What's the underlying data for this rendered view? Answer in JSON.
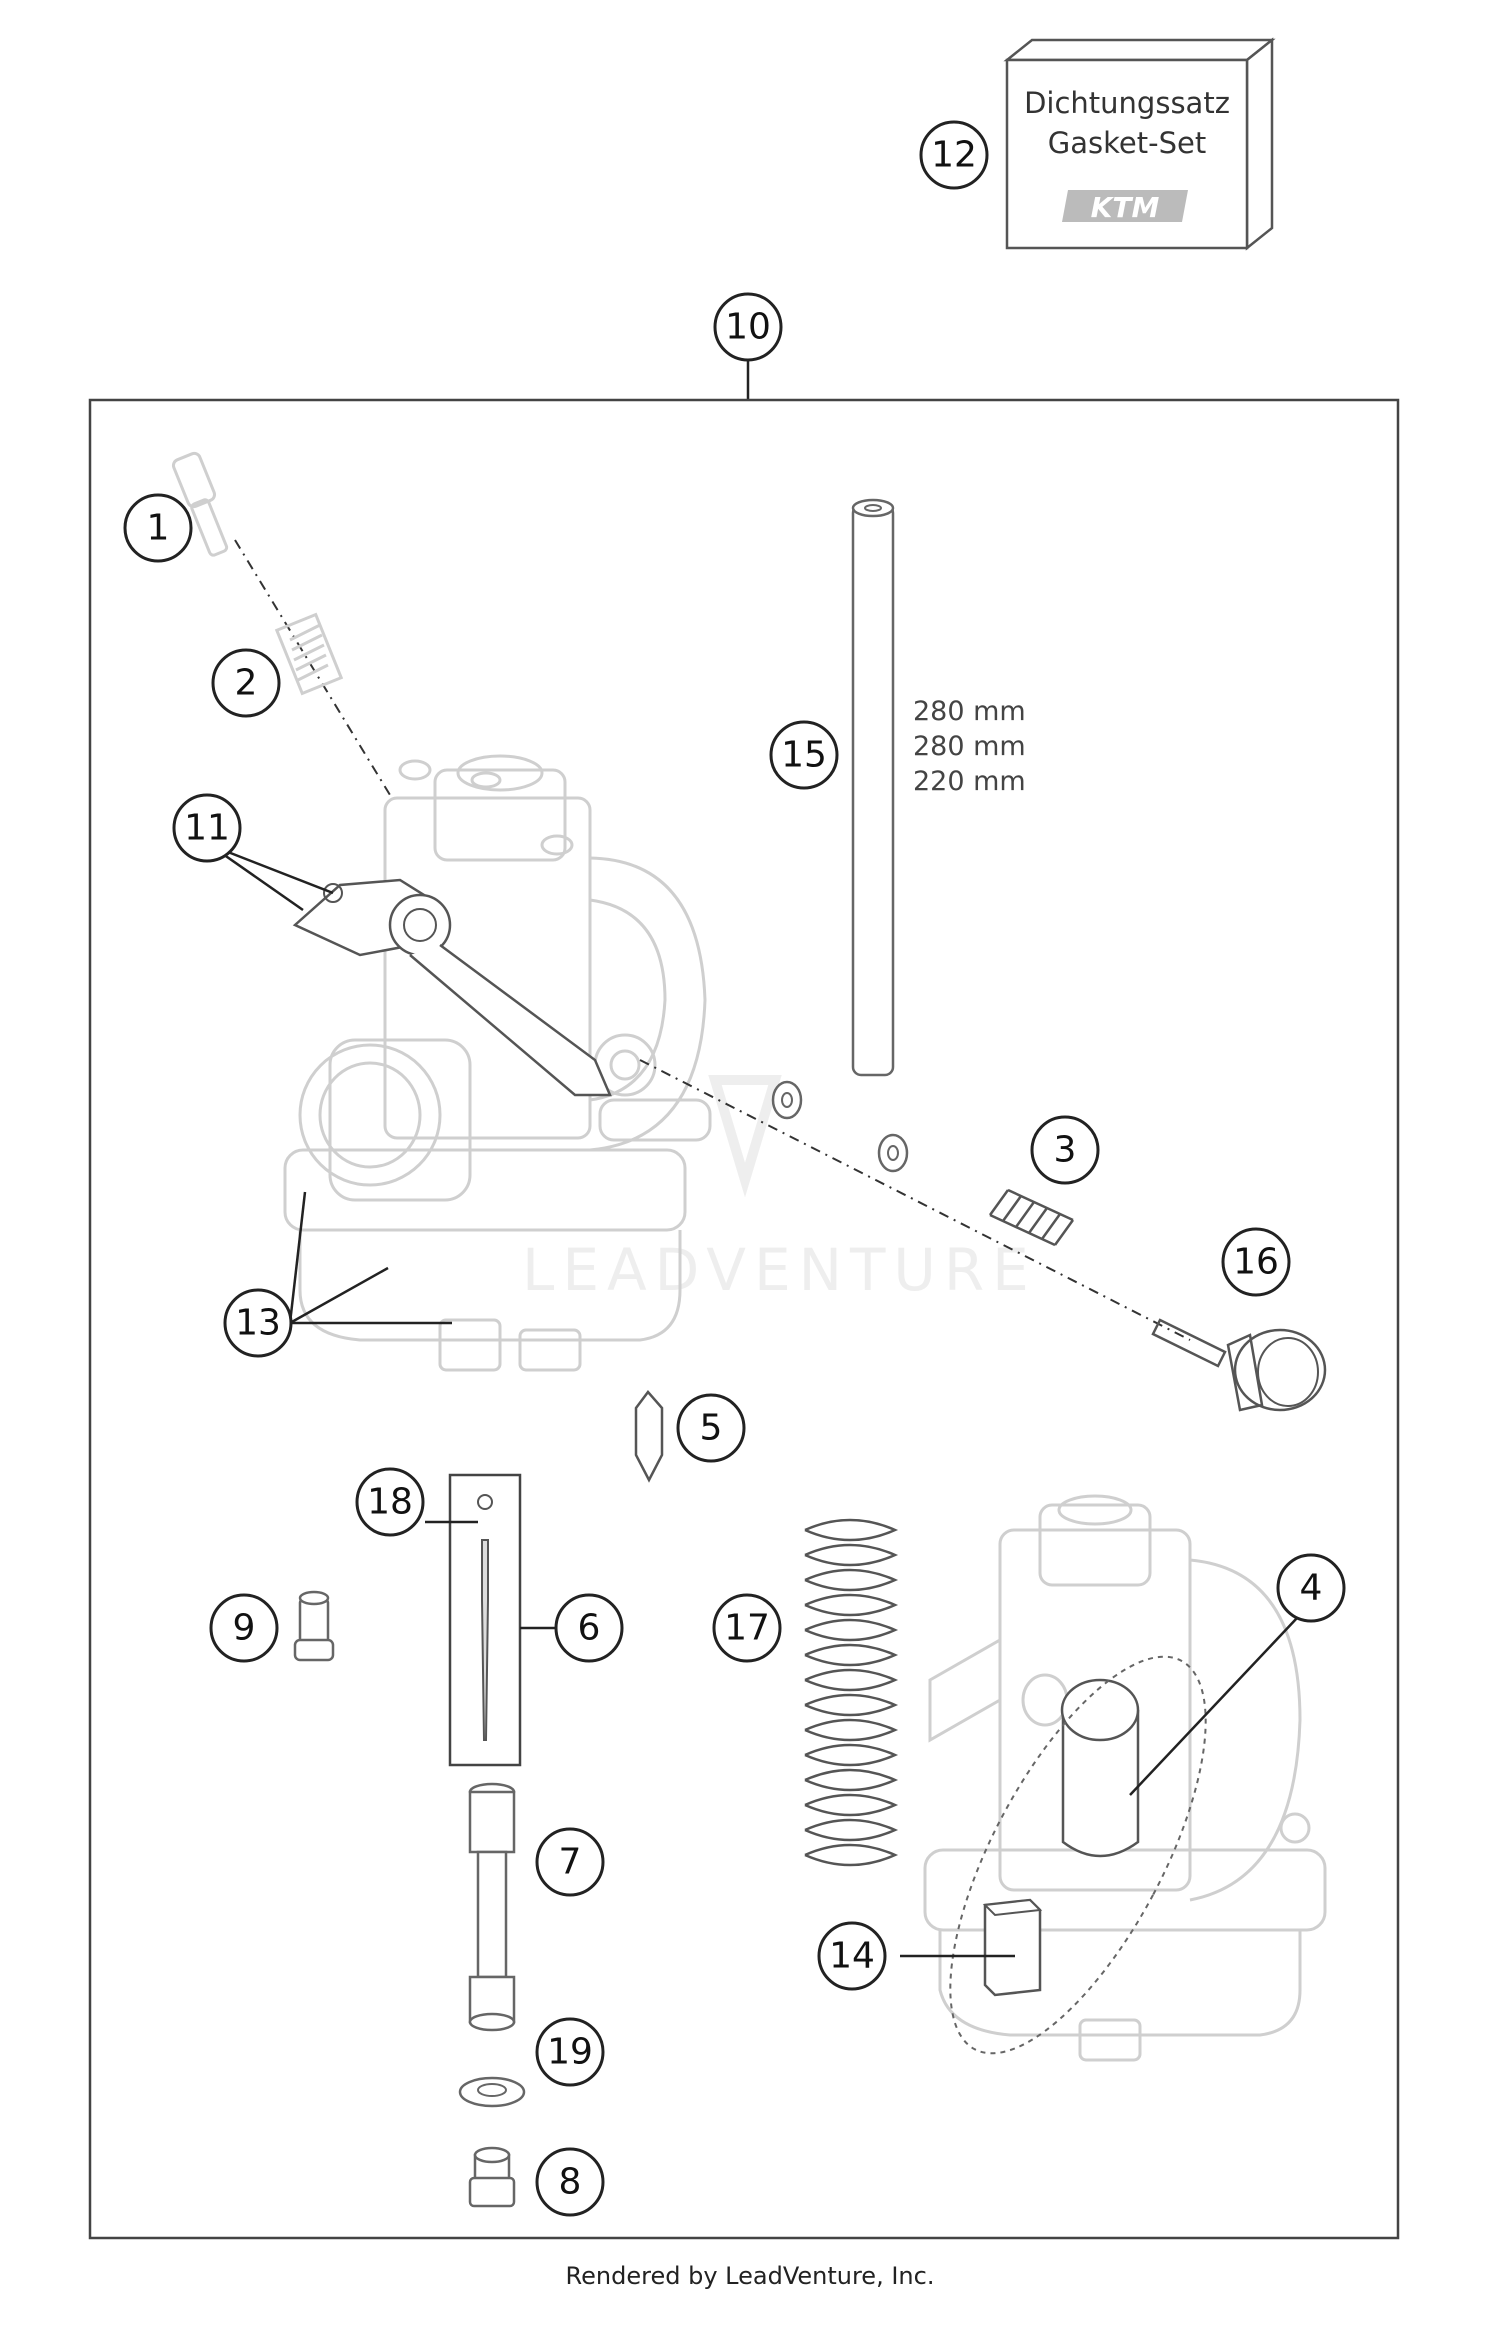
{
  "kit_box": {
    "line1": "Dichtungssatz",
    "line2": "Gasket-Set",
    "logo_text": "KTM"
  },
  "dimensions": [
    "280 mm",
    "280 mm",
    "220 mm"
  ],
  "watermark": "LEADVENTURE",
  "callouts": [
    {
      "id": "1",
      "label": "1"
    },
    {
      "id": "2",
      "label": "2"
    },
    {
      "id": "3",
      "label": "3"
    },
    {
      "id": "4",
      "label": "4"
    },
    {
      "id": "5",
      "label": "5"
    },
    {
      "id": "6",
      "label": "6"
    },
    {
      "id": "7",
      "label": "7"
    },
    {
      "id": "8",
      "label": "8"
    },
    {
      "id": "9",
      "label": "9"
    },
    {
      "id": "10",
      "label": "10"
    },
    {
      "id": "11",
      "label": "11"
    },
    {
      "id": "12",
      "label": "12"
    },
    {
      "id": "13",
      "label": "13"
    },
    {
      "id": "14",
      "label": "14"
    },
    {
      "id": "15",
      "label": "15"
    },
    {
      "id": "16",
      "label": "16"
    },
    {
      "id": "17",
      "label": "17"
    },
    {
      "id": "18",
      "label": "18"
    },
    {
      "id": "19",
      "label": "19"
    }
  ],
  "footer": "Rendered by LeadVenture, Inc."
}
